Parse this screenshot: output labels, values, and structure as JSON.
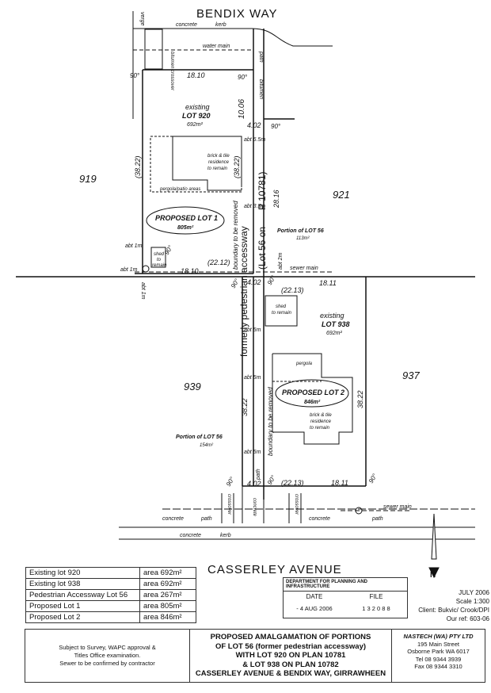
{
  "roads": {
    "north": "BENDIX WAY",
    "south": "CASSERLEY AVENUE"
  },
  "labels": {
    "concrete": "concrete",
    "kerb": "kerb",
    "path": "path",
    "bitumen": "bitumen",
    "water_main": "water main",
    "sewer_main": "sewer main",
    "bitumen_crossover": "bitumen crossover",
    "crossover": "crossover",
    "verge": "verge",
    "existing": "existing",
    "lot_920": "LOT 920",
    "lot_938": "LOT 938",
    "area_692": "692m²",
    "brick_tile": "brick & tile",
    "residence": "residence",
    "to_remain": "to remain",
    "pergola_patio": "pergola/patio areas",
    "pergola": "pergola",
    "shed": "shed",
    "to": "to",
    "remain": "remain",
    "proposed_lot_1": "PROPOSED LOT 1",
    "lot1_area": "805m²",
    "proposed_lot_2": "PROPOSED LOT 2",
    "lot2_area": "846m²",
    "portion_lot_56": "Portion of LOT 56",
    "portion_area_113": "113m²",
    "portion_area_154": "154m²",
    "boundary_removed": "boundary to be removed",
    "lot_56_on": "(Lot 56 on",
    "plan_10781": "P 10781)",
    "formerly_accessway": "formerly pedestrian accessway",
    "lot_919": "919",
    "lot_921": "921",
    "lot_939": "939",
    "lot_937": "937",
    "abt_1m": "abt 1m",
    "abt_2m": "abt 2m",
    "abt_5m": "abt 5m",
    "abt_6_5m": "abt 6.5m",
    "abt_3_5m": "abt 3.5m",
    "north_arrow": "N"
  },
  "dims": {
    "d18_10": "18.10",
    "d10_06": "10.06",
    "d4_02": "4.02",
    "d38_22": "(38.22)",
    "d38_22_plain": "38.22",
    "d28_16": "28.16",
    "d22_12": "(22.12)",
    "d18_11": "18.11",
    "d22_13": "(22.13)",
    "deg90": "90°"
  },
  "area_table": [
    {
      "name": "Existing lot 920",
      "area": "area 692m²"
    },
    {
      "name": "Existing lot 938",
      "area": "area 692m²"
    },
    {
      "name": "Pedestrian Accessway Lot 56",
      "area": "area 267m²"
    },
    {
      "name": "Proposed Lot 1",
      "area": "area 805m²"
    },
    {
      "name": "Proposed Lot 2",
      "area": "area 846m²"
    }
  ],
  "planning_box": {
    "header": "DEPARTMENT FOR PLANNING AND INFRASTRUCTURE",
    "date_label": "DATE",
    "file_label": "FILE",
    "date_value": "- 4 AUG 2006",
    "file_value": "1 3 2 0 8 8"
  },
  "meta": {
    "date": "JULY 2006",
    "scale": "Scale 1:300",
    "client": "Client: Bukvic/ Crook/DPI",
    "ref": "Our ref: 603-06"
  },
  "footer": {
    "notes": [
      "Subject to Survey, WAPC approval &",
      "Titles Office examination.",
      "Sewer to be confirmed by contractor"
    ],
    "title": [
      "PROPOSED AMALGAMATION OF PORTIONS",
      "OF LOT 56 (former pedestrian accessway)",
      "WITH LOT 920 ON PLAN 10781",
      "& LOT 938 ON PLAN 10782",
      "CASSERLEY AVENUE & BENDIX WAY, GIRRAWHEEN"
    ],
    "firm": "NASTECH (WA) PTY LTD",
    "address": [
      "195 Main Street",
      "Osborne Park WA 6017",
      "Tel 08 9344 3939",
      "Fax 08 9344 3310"
    ]
  }
}
